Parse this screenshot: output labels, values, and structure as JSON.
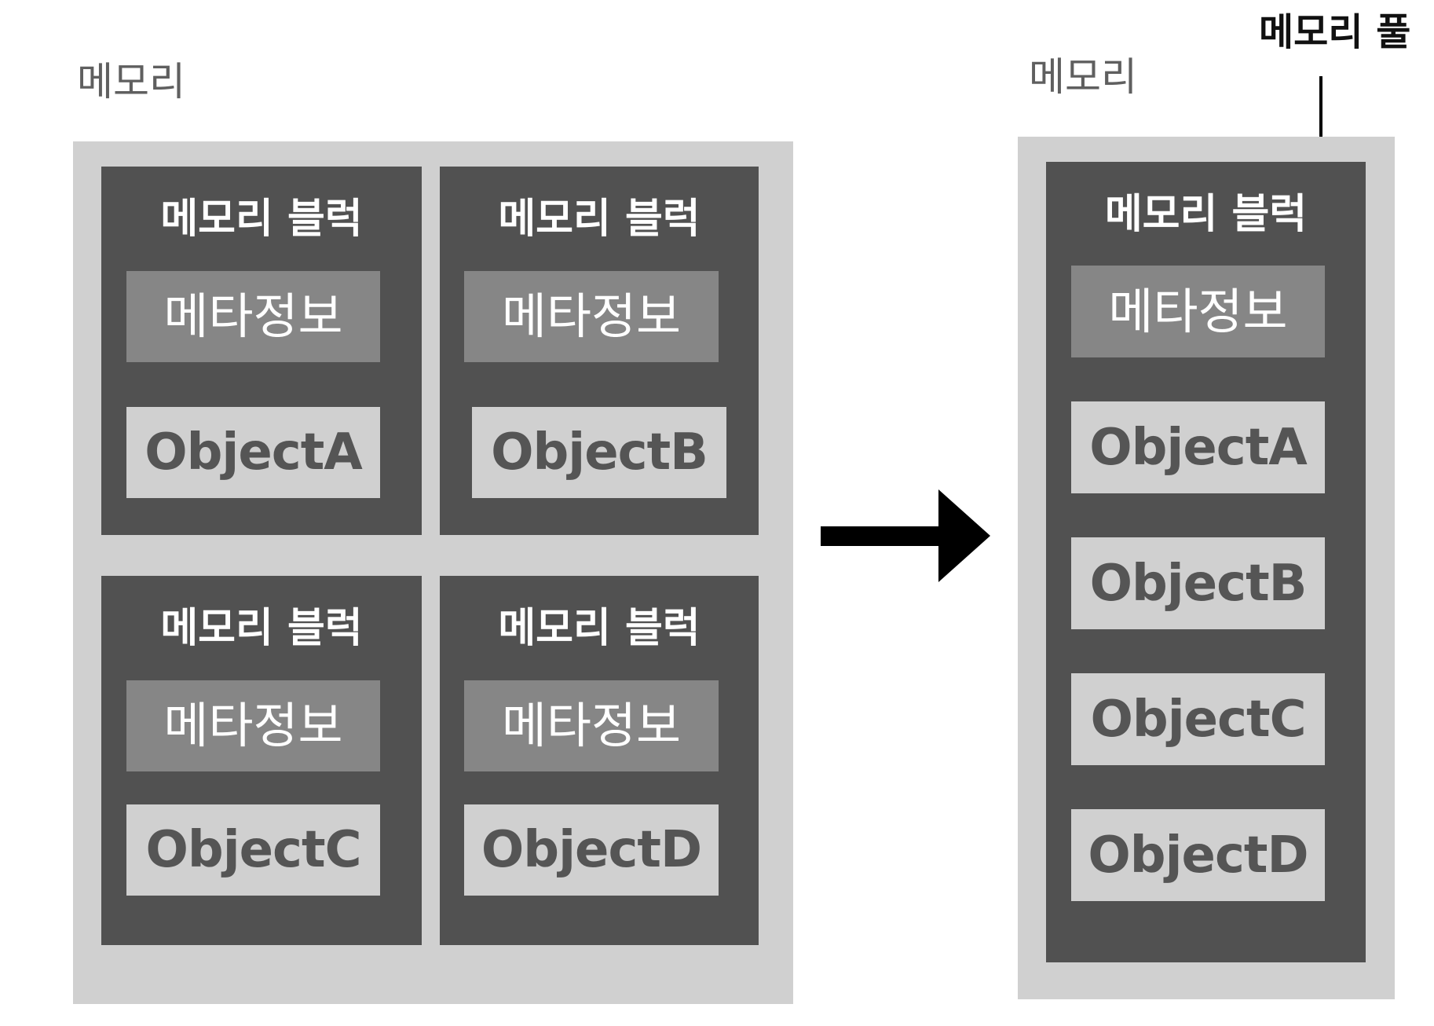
{
  "left": {
    "memory_label": "메모리",
    "blocks": [
      {
        "title": "메모리 블럭",
        "meta": "메타정보",
        "object": "ObjectA"
      },
      {
        "title": "메모리 블럭",
        "meta": "메타정보",
        "object": "ObjectB"
      },
      {
        "title": "메모리 블럭",
        "meta": "메타정보",
        "object": "ObjectC"
      },
      {
        "title": "메모리 블럭",
        "meta": "메타정보",
        "object": "ObjectD"
      }
    ]
  },
  "right": {
    "memory_label": "메모리",
    "pool_label": "메모리 풀",
    "block": {
      "title": "메모리 블럭",
      "meta": "메타정보",
      "objects": [
        "ObjectA",
        "ObjectB",
        "ObjectC",
        "ObjectD"
      ]
    }
  },
  "colors": {
    "memory_area": "#d0d0d0",
    "block": "#515151",
    "meta": "#868686",
    "object": "#d0d0d0",
    "arrow": "#000000"
  },
  "icons": {
    "transition": "right-arrow-icon",
    "pool_pointer": "down-arrow-icon"
  }
}
